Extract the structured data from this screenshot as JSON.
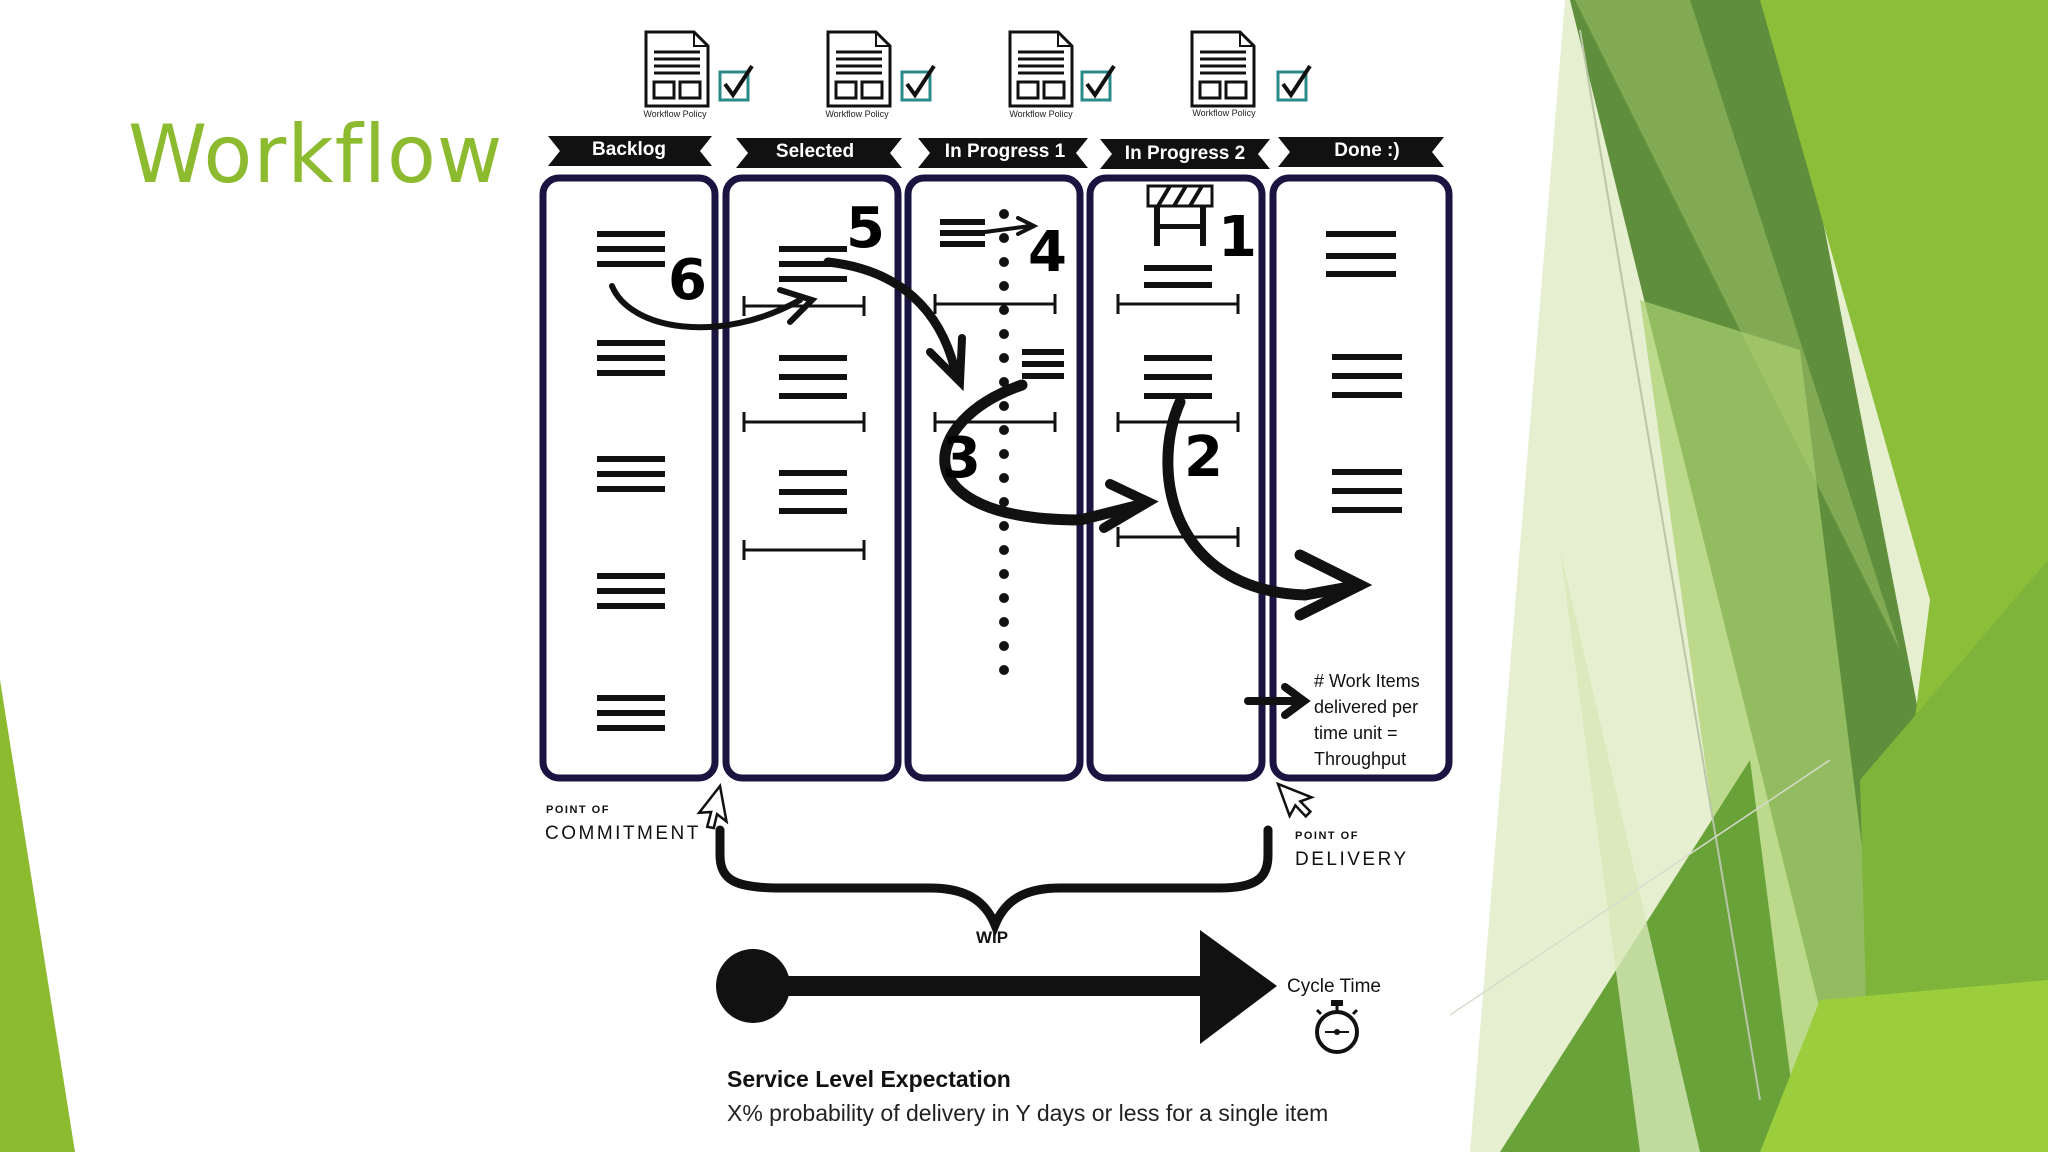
{
  "slide": {
    "title": "Workflow"
  },
  "policies": [
    {
      "label": "Workflow Policy",
      "checked": true
    },
    {
      "label": "Workflow Policy",
      "checked": true
    },
    {
      "label": "Workflow Policy",
      "checked": true
    },
    {
      "label": "Workflow Policy",
      "checked": true
    }
  ],
  "columns": [
    {
      "name": "Backlog"
    },
    {
      "name": "Selected"
    },
    {
      "name": "In Progress 1"
    },
    {
      "name": "In Progress 2"
    },
    {
      "name": "Done :)"
    }
  ],
  "steps": [
    "1",
    "2",
    "3",
    "4",
    "5",
    "6"
  ],
  "markers": {
    "commitment_small": "POINT OF",
    "commitment_big": "COMMITMENT",
    "delivery_small": "POINT OF",
    "delivery_big": "DELIVERY"
  },
  "wip_label": "WIP",
  "cycle_time_label": "Cycle Time",
  "throughput": {
    "line1": "# Work Items",
    "line2": "delivered per",
    "line3": "time unit =",
    "line4": "Throughput"
  },
  "sle": {
    "title": "Service Level Expectation",
    "text": "X% probability of delivery in Y days or less for a single item"
  },
  "colors": {
    "accent_green": "#8dbb2f",
    "column_border": "#1a1440",
    "check_teal": "#2a8a8a"
  }
}
